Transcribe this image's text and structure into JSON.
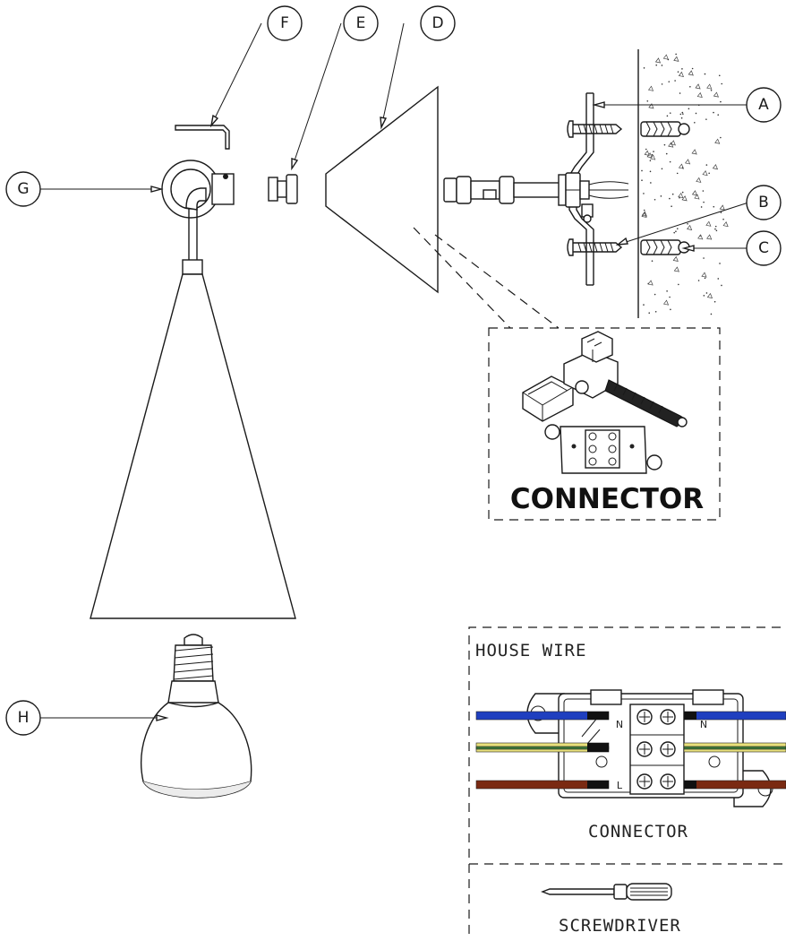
{
  "callouts": {
    "a": "A",
    "b": "B",
    "c": "C",
    "d": "D",
    "e": "E",
    "f": "F",
    "g": "G",
    "h": "H"
  },
  "connector_detail": {
    "label": "CONNECTOR"
  },
  "wiring_panel": {
    "house_wire_label": "HOUSE WIRE",
    "connector_label": "CONNECTOR",
    "screwdriver_label": "SCREWDRIVER",
    "terminal_letters": {
      "n": "N",
      "l": "L"
    },
    "wire_colors": {
      "neutral": "#1f3fbf",
      "earth_yellow": "#e8e07a",
      "earth_green": "#3f7a3a",
      "live": "#7a2a12"
    }
  }
}
